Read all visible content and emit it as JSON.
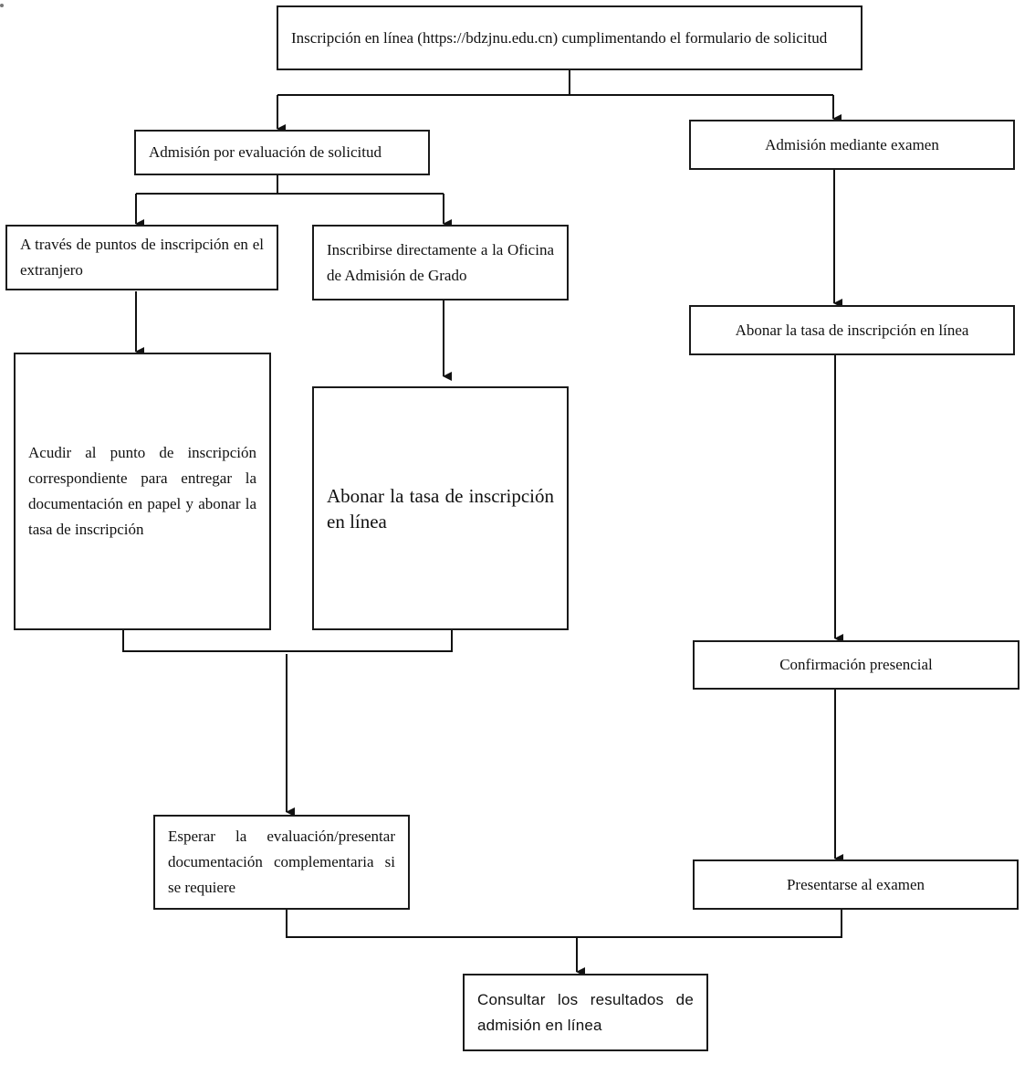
{
  "nodes": {
    "online_registration": "Inscripción en línea (https://bdzjnu.edu.cn) cumplimentando el formulario de solicitud",
    "admission_by_application": "Admisión por evaluación de solicitud",
    "admission_by_exam": "Admisión mediante examen",
    "via_overseas_points": "A través de puntos de inscripción en el extranjero",
    "directly_graduate_office": "Inscribirse directamente a la Oficina de Admisión de Grado",
    "go_to_registration_point": "Acudir al punto de inscripción correspondiente para entregar la documentación en papel y abonar la tasa de inscripción",
    "pay_fee_online_application": "Abonar la tasa de inscripción en línea",
    "pay_fee_online_exam": "Abonar la tasa de inscripción en línea",
    "in_person_confirmation": "Confirmación presencial",
    "wait_evaluation": "Esperar la evaluación/presentar documentación complementaria si se requiere",
    "take_exam": "Presentarse al examen",
    "check_results": "Consultar los resultados de admisión en línea"
  }
}
